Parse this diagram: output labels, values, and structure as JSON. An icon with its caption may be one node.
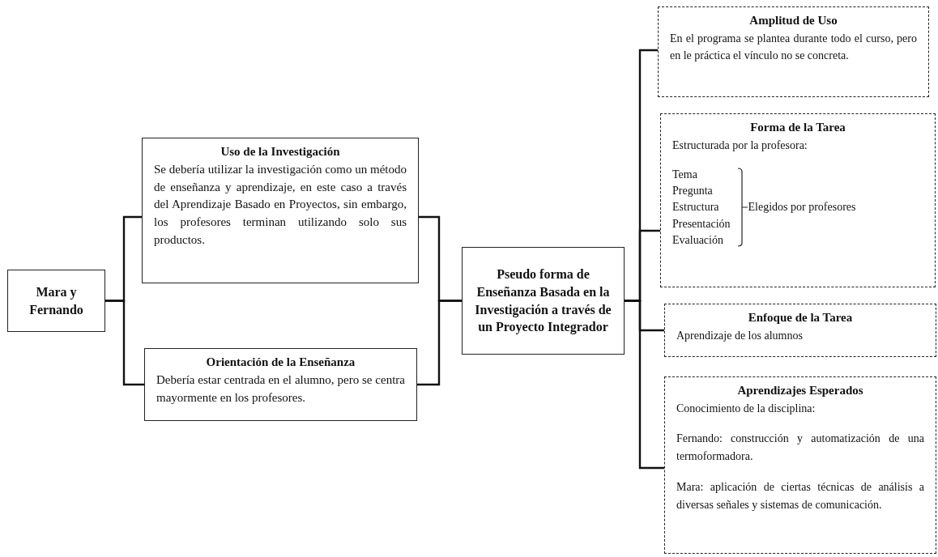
{
  "diagram": {
    "nodes": [
      {
        "text": [
          "Mara y Fernando"
        ]
      },
      {
        "text": [
          "Uso de la Investigación",
          "Se debería utilizar la investigación como un método de enseñanza y aprendizaje, en este caso a través del Aprendizaje Basado en Proyectos, sin embargo, los profesores terminan utilizando solo sus productos."
        ]
      },
      {
        "text": [
          "Orientación de la Enseñanza",
          "Debería estar centrada en el alumno, pero se centra mayormente en los profesores."
        ]
      },
      {
        "text": [
          "Pseudo forma de Enseñanza Basada en la Investigación a través de un Proyecto Integrador"
        ]
      },
      {
        "text": [
          "Amplitud de Uso",
          "En el programa se plantea durante todo el curso, pero en le práctica el vínculo no se concreta."
        ]
      },
      {
        "text": [
          "Forma de la Tarea",
          "Estructurada por la profesora:",
          "Tema",
          "Pregunta",
          "Estructura",
          "Presentación",
          "Evaluación",
          "Elegidos por profesores"
        ]
      },
      {
        "text": [
          "Enfoque de la Tarea",
          "Aprendizaje de los alumnos"
        ]
      },
      {
        "text": [
          "Aprendizajes Esperados",
          "Conocimiento de la disciplina:",
          "Fernando: construcción y automatización de una termoformadora.",
          "Mara: aplicación de ciertas técnicas de análisis a diversas señales y sistemas de comunicación."
        ]
      }
    ],
    "edges": [
      {
        "from": 0,
        "to": 1,
        "arrow": "none"
      },
      {
        "from": 0,
        "to": 2,
        "arrow": "none"
      },
      {
        "from": 1,
        "to": 3,
        "arrow": "none"
      },
      {
        "from": 2,
        "to": 3,
        "arrow": "none"
      },
      {
        "from": 3,
        "to": 4,
        "arrow": "none"
      },
      {
        "from": 3,
        "to": 5,
        "arrow": "none"
      },
      {
        "from": 3,
        "to": 6,
        "arrow": "none"
      },
      {
        "from": 3,
        "to": 7,
        "arrow": "none"
      }
    ]
  }
}
